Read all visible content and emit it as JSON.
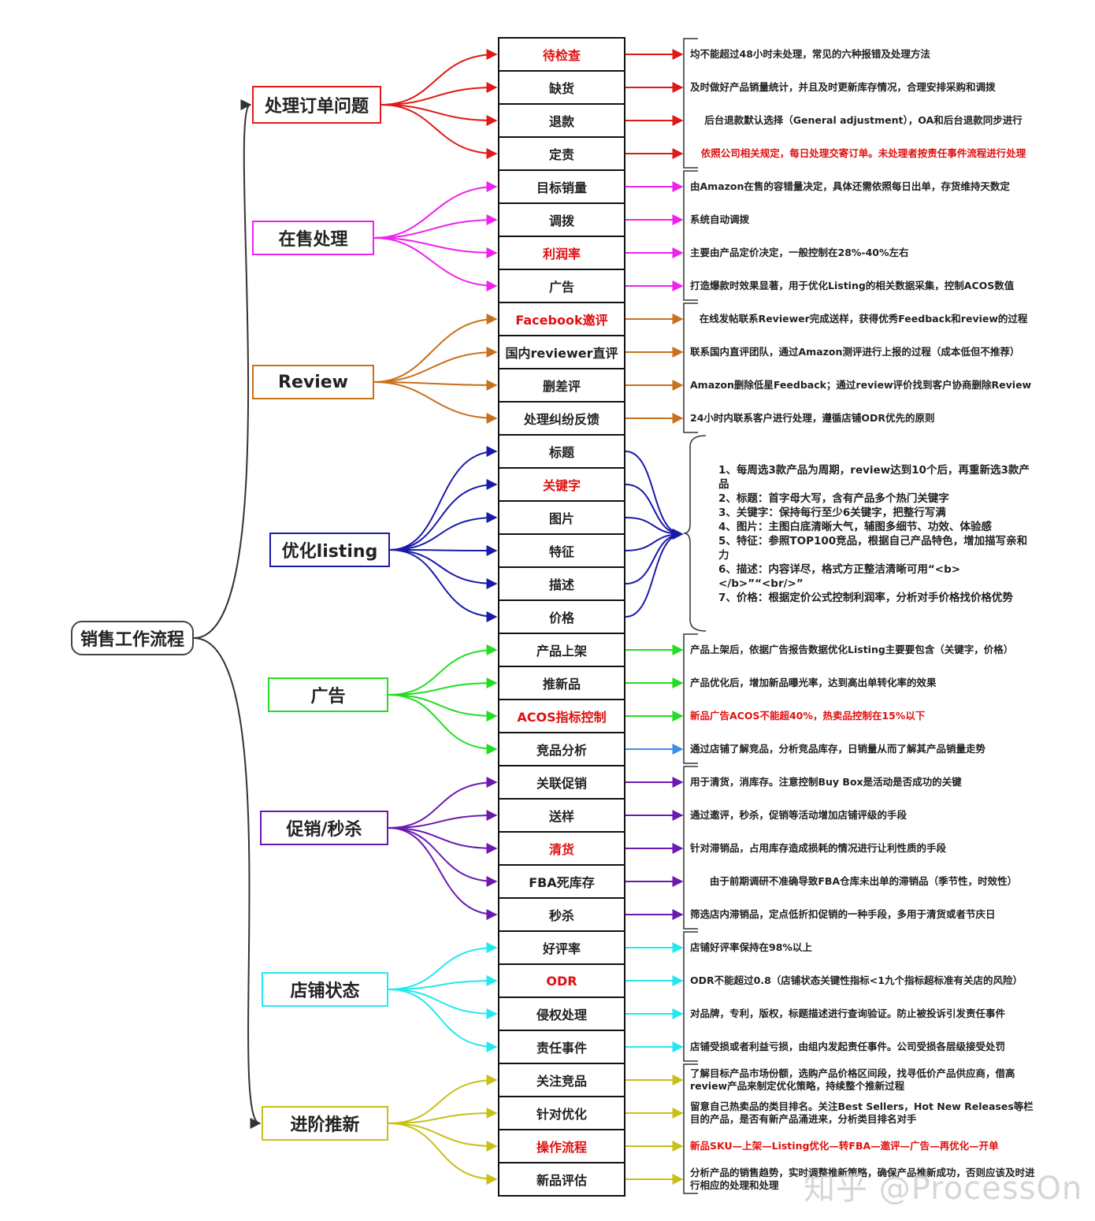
{
  "root": {
    "label": "销售工作流程"
  },
  "categories": [
    {
      "key": "order",
      "label": "处理订单问题",
      "color": "#e01818"
    },
    {
      "key": "sale",
      "label": "在售处理",
      "color": "#ee22ee"
    },
    {
      "key": "review",
      "label": "Review",
      "color": "#c8701a"
    },
    {
      "key": "listing",
      "label": "优化listing",
      "color": "#1a1aaa"
    },
    {
      "key": "ads",
      "label": "广告",
      "color": "#22dd22"
    },
    {
      "key": "promo",
      "label": "促销/秒杀",
      "color": "#6a1ab0"
    },
    {
      "key": "store",
      "label": "店铺状态",
      "color": "#22e8f0"
    },
    {
      "key": "advance",
      "label": "进阶推新",
      "color": "#c8c018"
    }
  ],
  "items": [
    {
      "label": "待检查",
      "cat": "order",
      "red": true,
      "desc": "均不能超过48小时未处理，常见的六种报错及处理方法"
    },
    {
      "label": "缺货",
      "cat": "order",
      "red": false,
      "desc": "及时做好产品销量统计，并且及时更新库存情况，合理安排采购和调拨"
    },
    {
      "label": "退款",
      "cat": "order",
      "red": false,
      "desc": "后台退款默认选择（General adjustment），OA和后台退款同步进行",
      "center": true
    },
    {
      "label": "定责",
      "cat": "order",
      "red": false,
      "desc": "依照公司相关规定，每日处理交寄订单。未处理者按责任事件流程进行处理",
      "descRed": true,
      "center": true
    },
    {
      "label": "目标销量",
      "cat": "sale",
      "red": false,
      "desc": "由Amazon在售的容错量决定，具体还需依照每日出单，存货维持天数定"
    },
    {
      "label": "调拨",
      "cat": "sale",
      "red": false,
      "desc": "系统自动调拨"
    },
    {
      "label": "利润率",
      "cat": "sale",
      "red": true,
      "desc": "主要由产品定价决定，一般控制在28%-40%左右"
    },
    {
      "label": "广告",
      "cat": "sale",
      "red": false,
      "desc": "打造爆款时效果显著，用于优化Listing的相关数据采集，控制ACOS数值"
    },
    {
      "label": "Facebook邀评",
      "cat": "review",
      "red": true,
      "desc": "在线发帖联系Reviewer完成送样，获得优秀Feedback和review的过程",
      "center": true
    },
    {
      "label": "国内reviewer直评",
      "cat": "review",
      "red": false,
      "desc": "联系国内直评团队，通过Amazon测评进行上报的过程（成本低但不推荐）"
    },
    {
      "label": "删差评",
      "cat": "review",
      "red": false,
      "desc": "Amazon删除低星Feedback；通过review评价找到客户协商删除Review"
    },
    {
      "label": "处理纠纷反馈",
      "cat": "review",
      "red": false,
      "desc": "24小时内联系客户进行处理，遵循店铺ODR优先的原则"
    },
    {
      "label": "标题",
      "cat": "listing",
      "red": false,
      "desc": ""
    },
    {
      "label": "关键字",
      "cat": "listing",
      "red": true,
      "desc": ""
    },
    {
      "label": "图片",
      "cat": "listing",
      "red": false,
      "desc": ""
    },
    {
      "label": "特征",
      "cat": "listing",
      "red": false,
      "desc": ""
    },
    {
      "label": "描述",
      "cat": "listing",
      "red": false,
      "desc": ""
    },
    {
      "label": "价格",
      "cat": "listing",
      "red": false,
      "desc": ""
    },
    {
      "label": "产品上架",
      "cat": "ads",
      "red": false,
      "desc": "产品上架后，依据广告报告数据优化Listing主要要包含（关键字，价格）"
    },
    {
      "label": "推新品",
      "cat": "ads",
      "red": false,
      "desc": "产品优化后，增加新品曝光率，达到高出单转化率的效果"
    },
    {
      "label": "ACOS指标控制",
      "cat": "ads",
      "red": true,
      "desc": "新品广告ACOS不能超40%，热卖品控制在15%以下",
      "descRed": true
    },
    {
      "label": "竞品分析",
      "cat": "ads",
      "red": false,
      "desc": "通过店铺了解竞品，分析竞品库存，日销量从而了解其产品销量走势",
      "arrowColor": "#3a8ee8"
    },
    {
      "label": "关联促销",
      "cat": "promo",
      "red": false,
      "desc": "用于清货，消库存。注意控制Buy Box是活动是否成功的关键"
    },
    {
      "label": "送样",
      "cat": "promo",
      "red": false,
      "desc": "通过邀评，秒杀，促销等活动增加店铺评级的手段"
    },
    {
      "label": "清货",
      "cat": "promo",
      "red": true,
      "desc": "针对滞销品，占用库存造成损耗的情况进行让利性质的手段"
    },
    {
      "label": "FBA死库存",
      "cat": "promo",
      "red": false,
      "desc": "由于前期调研不准确导致FBA仓库未出单的滞销品（季节性，时效性）",
      "center": true
    },
    {
      "label": "秒杀",
      "cat": "promo",
      "red": false,
      "desc": "筛选店内滞销品，定点低折扣促销的一种手段，多用于清货或者节庆日"
    },
    {
      "label": "好评率",
      "cat": "store",
      "red": false,
      "desc": "店铺好评率保持在98%以上"
    },
    {
      "label": "ODR",
      "cat": "store",
      "red": true,
      "desc": "ODR不能超过0.8（店铺状态关键性指标<1九个指标超标准有关店的风险）"
    },
    {
      "label": "侵权处理",
      "cat": "store",
      "red": false,
      "desc": "对品牌，专利，版权，标题描述进行查询验证。防止被投诉引发责任事件"
    },
    {
      "label": "责任事件",
      "cat": "store",
      "red": false,
      "desc": "店铺受损或者利益亏损，由组内发起责任事件。公司受损各层级接受处罚"
    },
    {
      "label": "关注竞品",
      "cat": "advance",
      "red": false,
      "desc": "了解目标产品市场份额，选购产品价格区间段，找寻低价产品供应商，借高review产品来制定优化策略，持续整个推新过程"
    },
    {
      "label": "针对优化",
      "cat": "advance",
      "red": false,
      "desc": "留意自己热卖品的类目排名。关注Best Sellers，Hot New Releases等栏目的产品，是否有新产品涌进来，分析类目排名对手"
    },
    {
      "label": "操作流程",
      "cat": "advance",
      "red": true,
      "desc": "新品SKU—上架—Listing优化—转FBA—邀评—广告—再优化—开单",
      "descRed": true
    },
    {
      "label": "新品评估",
      "cat": "advance",
      "red": false,
      "desc": "分析产品的销售趋势，实时调整推新策略，确保产品推新成功，否则应该及时进行相应的处理和处理"
    }
  ],
  "listing_note": [
    "1、每周选3款产品为周期，review达到10个后，再重新选3款产品",
    "2、标题：首字母大写，含有产品多个热门关键字",
    "3、关键字：保持每行至少6关键字，把整行写满",
    "4、图片：主图白底清晰大气，辅图多细节、功效、体验感",
    "5、特征：参照TOP100竞品，根据自己产品特色，增加描写亲和力",
    "6、描述：内容详尽，格式方正整洁清晰可用“<b></b>”“<br/>”",
    "7、价格：根据定价公式控制利润率，分析对手价格找价格优势"
  ],
  "watermark": "知乎 @ProcessOn"
}
